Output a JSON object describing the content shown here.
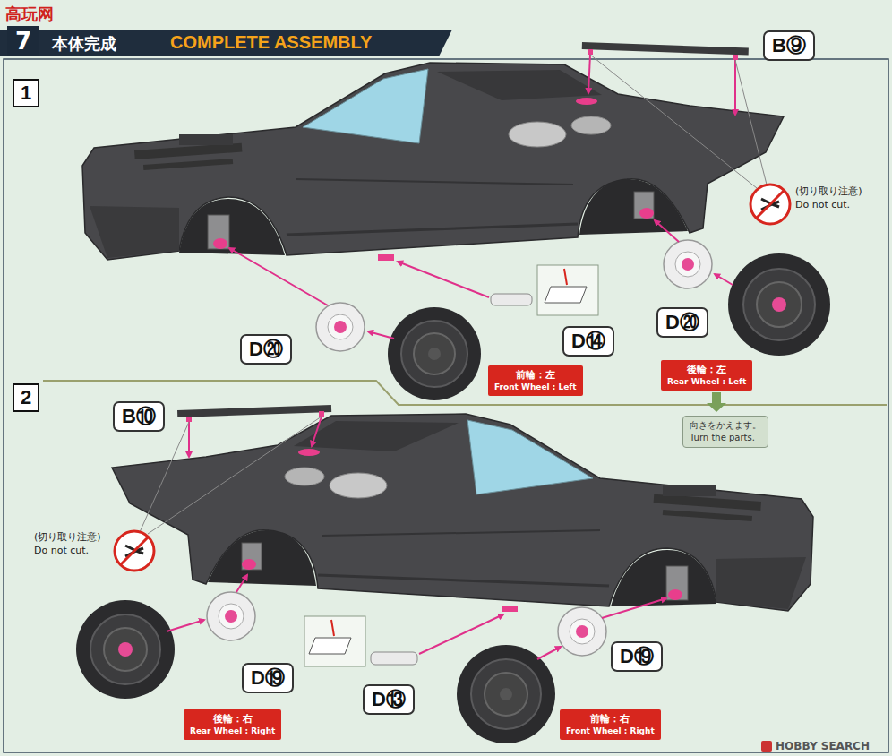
{
  "diagram": {
    "title": "COMPLETE ASSEMBLY",
    "nodes": [
      {
        "text": [
          "7"
        ]
      },
      {
        "text": [
          "1"
        ]
      },
      {
        "text": [
          "B⑨"
        ]
      },
      {
        "text": [
          "D⑳"
        ]
      },
      {
        "text": [
          "D⑭"
        ]
      },
      {
        "text": [
          "D⑳"
        ]
      },
      {
        "text": [
          "前輪：左",
          "Front Wheel : Left"
        ]
      },
      {
        "text": [
          "後輪：左",
          "Rear Wheel : Left"
        ]
      },
      {
        "text": [
          "2"
        ]
      },
      {
        "text": [
          "B⑩"
        ]
      },
      {
        "text": [
          "向きをかえます。",
          "Turn the parts."
        ]
      },
      {
        "text": [
          "D⑲"
        ]
      },
      {
        "text": [
          "D⑲"
        ]
      },
      {
        "text": [
          "D⑬"
        ]
      },
      {
        "text": [
          "後輪：右",
          "Rear Wheel : Right"
        ]
      },
      {
        "text": [
          "前輪：右",
          "Front Wheel : Right"
        ]
      }
    ],
    "labels": [
      "高玩网",
      "本体完成",
      "(切り取り注意)",
      "Do not cut.",
      "(切り取り注意)",
      "Do not cut.",
      "HOBBY SEARCH"
    ]
  }
}
